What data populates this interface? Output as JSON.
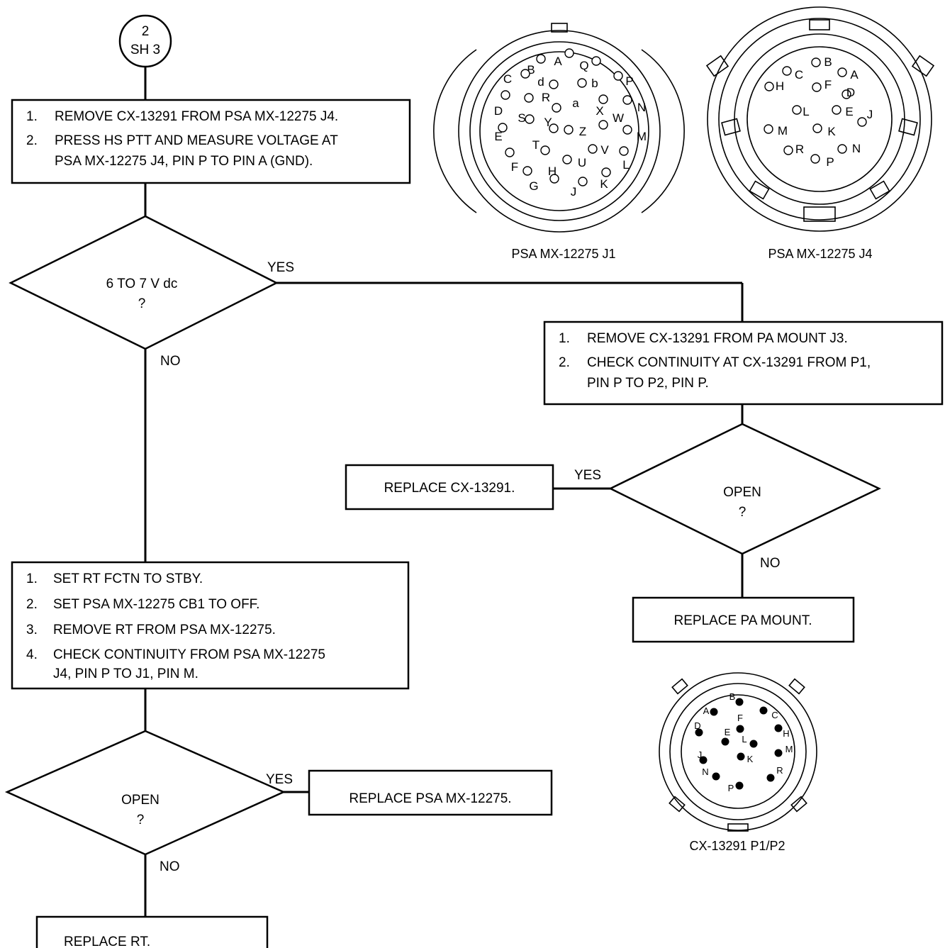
{
  "connector_ref": {
    "line1": "2",
    "line2": "SH 3"
  },
  "step_a": {
    "items": [
      {
        "num": "1.",
        "lines": [
          "REMOVE CX-13291 FROM PSA MX-12275 J4."
        ]
      },
      {
        "num": "2.",
        "lines": [
          "PRESS HS PTT AND MEASURE VOLTAGE AT",
          "PSA MX-12275 J4, PIN P TO PIN A (GND)."
        ]
      }
    ]
  },
  "decision_voltage": {
    "line1": "6 TO 7 V dc",
    "line2": "?",
    "yes": "YES",
    "no": "NO"
  },
  "step_b": {
    "items": [
      {
        "num": "1.",
        "lines": [
          "REMOVE CX-13291 FROM PA MOUNT J3."
        ]
      },
      {
        "num": "2.",
        "lines": [
          "CHECK CONTINUITY AT CX-13291 FROM P1,",
          "PIN P TO P2, PIN P."
        ]
      }
    ]
  },
  "decision_open_cable": {
    "line1": "OPEN",
    "line2": "?",
    "yes": "YES",
    "no": "NO"
  },
  "replace_cable": "REPLACE CX-13291.",
  "replace_pa_mount": "REPLACE PA MOUNT.",
  "step_c": {
    "items": [
      {
        "num": "1.",
        "lines": [
          "SET RT FCTN TO STBY."
        ]
      },
      {
        "num": "2.",
        "lines": [
          "SET PSA MX-12275 CB1 TO OFF."
        ]
      },
      {
        "num": "3.",
        "lines": [
          "REMOVE RT FROM PSA MX-12275."
        ]
      },
      {
        "num": "4.",
        "lines": [
          "CHECK CONTINUITY FROM PSA MX-12275",
          "J4, PIN P TO J1, PIN M."
        ]
      }
    ]
  },
  "decision_open_psa": {
    "line1": "OPEN",
    "line2": "?",
    "yes": "YES",
    "no": "NO"
  },
  "replace_psa": "REPLACE PSA MX-12275.",
  "replace_rt": "REPLACE RT.",
  "connectors": {
    "j1": {
      "caption": "PSA MX-12275 J1",
      "pins": [
        "A",
        "B",
        "C",
        "D",
        "E",
        "F",
        "G",
        "H",
        "J",
        "K",
        "L",
        "M",
        "N",
        "P",
        "Q",
        "R",
        "S",
        "T",
        "U",
        "V",
        "W",
        "X",
        "Y",
        "Z",
        "a",
        "b",
        "d"
      ]
    },
    "j4": {
      "caption": "PSA MX-12275 J4",
      "pins": [
        "A",
        "B",
        "C",
        "D",
        "E",
        "F",
        "H",
        "J",
        "K",
        "L",
        "M",
        "N",
        "P",
        "R"
      ]
    },
    "p1p2": {
      "caption": "CX-13291 P1/P2",
      "pins": [
        "A",
        "B",
        "C",
        "D",
        "E",
        "F",
        "H",
        "J",
        "K",
        "L",
        "M",
        "N",
        "P",
        "R"
      ]
    }
  }
}
